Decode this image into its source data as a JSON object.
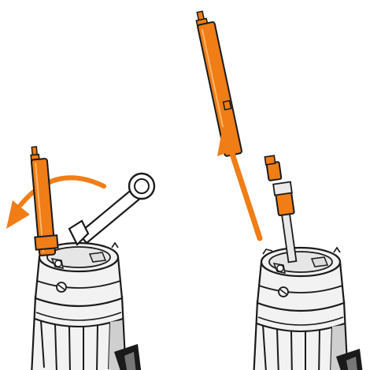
{
  "illustration": {
    "panels": [
      {
        "id": "left",
        "step": "loosen-rod-with-ring-spanner",
        "arrow_icon": "curved-counterclockwise-arrow-icon"
      },
      {
        "id": "right",
        "step": "pull-rod-upward-out-of-tool",
        "arrow_icon": "straight-up-arrow-icon"
      }
    ],
    "colors": {
      "accent": "#F07D16",
      "outline": "#1A1A1A",
      "body_light": "#F2F2F2",
      "shade": "#CFCFCF",
      "background": "#FFFFFF"
    }
  }
}
